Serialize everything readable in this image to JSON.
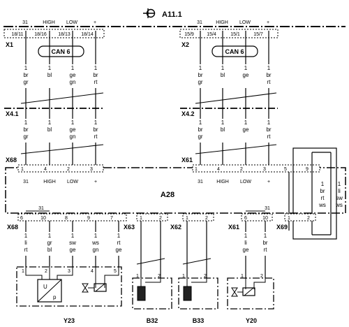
{
  "title": "A11.1",
  "top_x1": {
    "label": "X1",
    "signals": [
      "31",
      "HIGH",
      "LOW",
      "+"
    ],
    "pins": [
      "18/11",
      "18/16",
      "18/13",
      "18/14"
    ],
    "can": "CAN 6",
    "wires": [
      [
        "1",
        "br",
        "gr"
      ],
      [
        "1",
        "bl",
        ""
      ],
      [
        "1",
        "ge",
        "gn"
      ],
      [
        "1",
        "br",
        "rt"
      ]
    ]
  },
  "top_x2": {
    "label": "X2",
    "pins": [
      "15/9",
      "15/4",
      "15/1",
      "15/7"
    ],
    "can": "CAN 6",
    "wires": [
      [
        "1",
        "br",
        "gr"
      ],
      [
        "1",
        "bl",
        ""
      ],
      [
        "1",
        "ge",
        ""
      ],
      [
        "1",
        "br",
        "rt"
      ]
    ]
  },
  "x41": {
    "label": "X4.1",
    "wires": [
      [
        "1",
        "br",
        "gr"
      ],
      [
        "1",
        "bl",
        ""
      ],
      [
        "1",
        "ge",
        "gn"
      ],
      [
        "1",
        "br",
        "rt"
      ]
    ]
  },
  "x42": {
    "label": "X4.2",
    "wires": [
      [
        "1",
        "br",
        "gr"
      ],
      [
        "1",
        "bl",
        ""
      ],
      [
        "1",
        "ge",
        ""
      ],
      [
        "1",
        "br",
        "rt"
      ]
    ]
  },
  "a28": {
    "label": "A28",
    "x68_top": {
      "label": "X68",
      "pins": [
        "1",
        "4",
        "2",
        "3"
      ],
      "signals": [
        "31",
        "HIGH",
        "LOW",
        "+"
      ]
    },
    "x61_top": {
      "label": "X61",
      "pins": [
        "1",
        "4",
        "2",
        "3",
        "5",
        "9"
      ],
      "signals": [
        "31",
        "HIGH",
        "LOW",
        "+"
      ]
    },
    "right_wires": [
      [
        "1",
        "br",
        "rt",
        "ws"
      ],
      [
        "1",
        "li",
        "sw",
        "ws"
      ]
    ],
    "ground_31": "31",
    "x68_bot": {
      "label": "X68",
      "pins": [
        "6",
        "10",
        "8",
        "9",
        "7"
      ]
    },
    "x63": {
      "label": "X63",
      "pins": [
        "1",
        "2"
      ]
    },
    "x62": {
      "label": "X62",
      "pins": [
        "1",
        "2"
      ]
    },
    "x61_bot": {
      "label": "X61",
      "pins": [
        "6",
        "10"
      ]
    },
    "x69": {
      "label": "X69",
      "pins": [
        "1",
        "2"
      ]
    }
  },
  "bottom_wires_x68": [
    [
      "1",
      "li",
      "rt"
    ],
    [
      "1",
      "gr",
      "bl"
    ],
    [
      "1",
      "sw",
      "ge"
    ],
    [
      "1",
      "ws",
      "gn"
    ],
    [
      "1",
      "rt",
      "ge"
    ]
  ],
  "bottom_wires_x61": [
    [
      "1",
      "li",
      "ge"
    ],
    [
      "1",
      "br",
      "rt"
    ]
  ],
  "components": {
    "y23": {
      "label": "Y23",
      "pins": [
        "1",
        "2",
        "3",
        "4",
        "5"
      ],
      "u": "U",
      "p": "p"
    },
    "b32": {
      "label": "B32",
      "pins": [
        "1",
        "2"
      ]
    },
    "b33": {
      "label": "B33",
      "pins": [
        "1",
        "2"
      ]
    },
    "y20": {
      "label": "Y20",
      "pins": [
        "1",
        "2"
      ]
    }
  }
}
